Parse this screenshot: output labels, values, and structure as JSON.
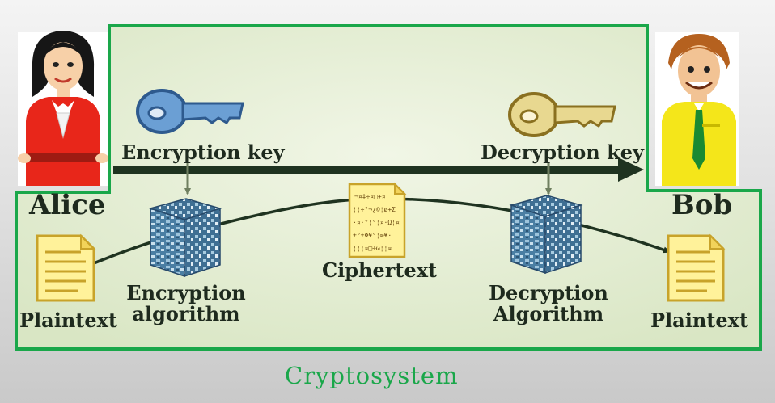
{
  "people": {
    "alice": {
      "name": "Alice"
    },
    "bob": {
      "name": "Bob"
    }
  },
  "keys": {
    "encryption": {
      "label": "Encryption key",
      "color": "#6b9fd4"
    },
    "decryption": {
      "label": "Decryption key",
      "color": "#e8d890"
    }
  },
  "nodes": {
    "plaintext_left": "Plaintext",
    "encryption_algorithm": [
      "Encryption",
      "algorithm"
    ],
    "ciphertext": "Ciphertext",
    "decryption_algorithm": [
      "Decryption",
      "Algorithm"
    ],
    "plaintext_right": "Plaintext"
  },
  "system_label": "Cryptosystem",
  "colors": {
    "boundary": "#1aa74a",
    "fill": "#e6f0d4",
    "arrow": "#1f3320",
    "document": "#fff29a"
  }
}
